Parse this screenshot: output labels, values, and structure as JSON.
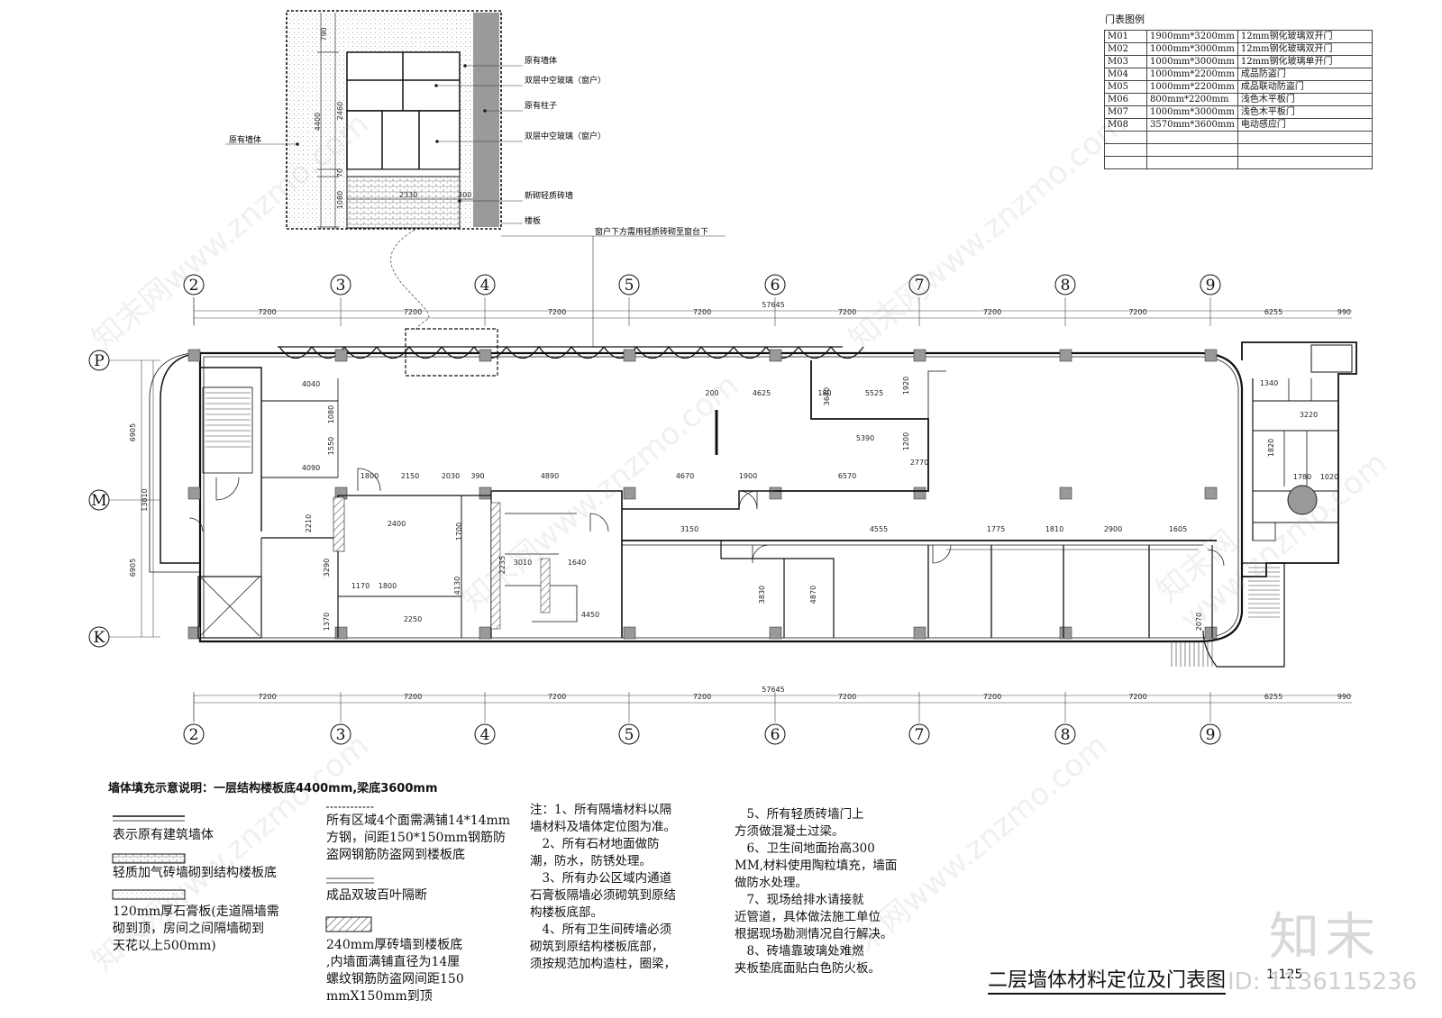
{
  "door_table": {
    "title": "门表图例",
    "rows": [
      {
        "code": "M01",
        "size": "1900mm*3200mm",
        "desc": "12mm钢化玻璃双开门"
      },
      {
        "code": "M02",
        "size": "1000mm*3000mm",
        "desc": "12mm钢化玻璃双开门"
      },
      {
        "code": "M03",
        "size": "1000mm*3000mm",
        "desc": "12mm钢化玻璃单开门"
      },
      {
        "code": "M04",
        "size": "1000mm*2200mm",
        "desc": "成品防盗门"
      },
      {
        "code": "M05",
        "size": "1000mm*2200mm",
        "desc": "成品联动防盗门"
      },
      {
        "code": "M06",
        "size": "800mm*2200mm",
        "desc": "浅色木平板门"
      },
      {
        "code": "M07",
        "size": "1000mm*3000mm",
        "desc": "浅色木平板门"
      },
      {
        "code": "M08",
        "size": "3570mm*3600mm",
        "desc": "电动感应门"
      },
      {
        "code": "",
        "size": "",
        "desc": ""
      },
      {
        "code": "",
        "size": "",
        "desc": ""
      },
      {
        "code": "",
        "size": "",
        "desc": ""
      }
    ]
  },
  "detail": {
    "labels_right": [
      "原有墙体",
      "双层中空玻璃（窗户）",
      "原有柱子",
      "双层中空玻璃（窗户）",
      "新砌轻质砖墙",
      "楼板"
    ],
    "label_left": "原有墙体",
    "dims_vertical": [
      "790",
      "2460",
      "4400",
      "70",
      "1080"
    ],
    "dim_width": "2330",
    "dim_side": "300",
    "note": "窗户下方需用轻质砖砌至窗台下"
  },
  "axes": {
    "columns": [
      "2",
      "3",
      "4",
      "5",
      "6",
      "7",
      "8",
      "9"
    ],
    "rows": [
      "P",
      "M",
      "K"
    ],
    "spans": [
      "7200",
      "7200",
      "7200",
      "7200",
      "7200",
      "7200",
      "7200",
      "6255",
      "990"
    ],
    "total": "57645",
    "row_dims": [
      "6905",
      "13810",
      "6905"
    ]
  },
  "plan_dims": [
    "4040",
    "4090",
    "1800",
    "2150",
    "2030",
    "390",
    "4890",
    "4670",
    "1900",
    "6570",
    "200",
    "4625",
    "180",
    "5525",
    "5390",
    "2770",
    "2400",
    "1170",
    "1800",
    "3010",
    "1640",
    "4450",
    "3150",
    "4555",
    "1775",
    "1810",
    "2900",
    "1605",
    "3830",
    "4870",
    "2070",
    "1340",
    "3220",
    "1780",
    "1020",
    "1820",
    "2210",
    "1550",
    "1080",
    "3290",
    "1370",
    "4130",
    "2235",
    "1700",
    "3640",
    "1920",
    "1200",
    "2250"
  ],
  "legend": {
    "heading": "墙体填充示意说明：一层结构楼板底4400mm,梁底3600mm",
    "items": [
      "表示原有建筑墙体",
      "轻质加气砖墙砌到结构楼板底",
      "120mm厚石膏板(走道隔墙需\n砌到顶，房间之间隔墙砌到\n天花以上500mm)"
    ],
    "items2": [
      "所有区域4个面需满铺14*14mm\n方钢，间距150*150mm钢筋防\n盗网钢筋防盗网到楼板底",
      "成品双玻百叶隔断",
      "240mm厚砖墙到楼板底\n,内墙面满铺直径为14厘\n螺纹钢筋防盗网间距150\nmmX150mm到顶"
    ]
  },
  "notes": {
    "col1": "注：1、所有隔墙材料以隔\n墙材料及墙体定位图为准。\n　2、所有石材地面做防\n潮，防水，防锈处理。\n　3、所有办公区域内通道\n石膏板隔墙必须砌筑到原结\n构楼板底部。\n　4、所有卫生间砖墙必须\n砌筑到原结构楼板底部，\n须按规范加构造柱，圈梁，",
    "col2": "　5、所有轻质砖墙门上\n方须做混凝土过梁。\n　6、卫生间地面抬高300\nMM,材料使用陶粒填充，墙面\n做防水处理。\n　7、现场给排水请接就\n近管道，具体做法施工单位\n根据现场勘测情况自行解决。\n　8、砖墙靠玻璃处难燃\n夹板垫底面贴白色防火板。"
  },
  "title": "二层墙体材料定位及门表图",
  "scale": "1:125",
  "brand": "知末",
  "image_id": "ID: 1136115236",
  "watermark": "知末网www.znzmo.com"
}
